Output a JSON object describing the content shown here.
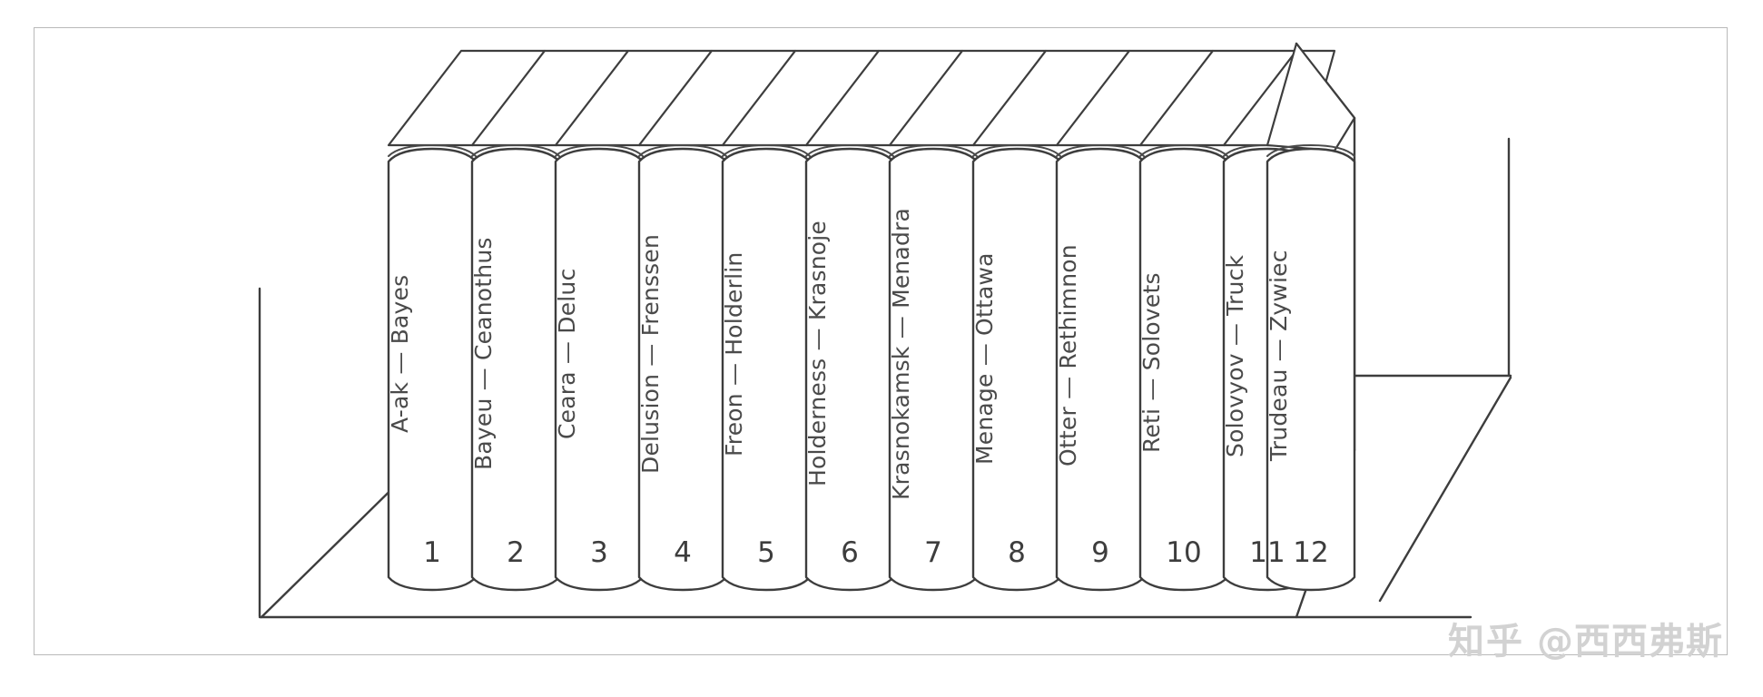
{
  "figure": {
    "kind": "line-drawing",
    "subject": "row-of-encyclopaedia-volumes-on-a-shelf",
    "frame_color": "#b9b9b9",
    "ink_color": "#3d3d3d",
    "paper_color": "#ffffff"
  },
  "shelf": {
    "name": "bookshelf",
    "left_upright_label": "",
    "right_upright_label": "",
    "floor_label": ""
  },
  "books": [
    {
      "number": "1",
      "spine": "A-ak — Bayes"
    },
    {
      "number": "2",
      "spine": "Bayeu — Ceanothus"
    },
    {
      "number": "3",
      "spine": "Ceara — Deluc"
    },
    {
      "number": "4",
      "spine": "Delusion — Frenssen"
    },
    {
      "number": "5",
      "spine": "Freon — Holderlin"
    },
    {
      "number": "6",
      "spine": "Holderness — Krasnoje"
    },
    {
      "number": "7",
      "spine": "Krasnokamsk — Menadra"
    },
    {
      "number": "8",
      "spine": "Menage — Ottawa"
    },
    {
      "number": "9",
      "spine": "Otter — Rethimnon"
    },
    {
      "number": "10",
      "spine": "Reti — Solovets"
    },
    {
      "number": "11",
      "spine": "Solovyov — Truck"
    },
    {
      "number": "12",
      "spine": "Trudeau — Zywiec"
    }
  ],
  "watermark": {
    "logo": "知乎",
    "handle": "@西西弗斯",
    "color": "#d2d2d2"
  }
}
